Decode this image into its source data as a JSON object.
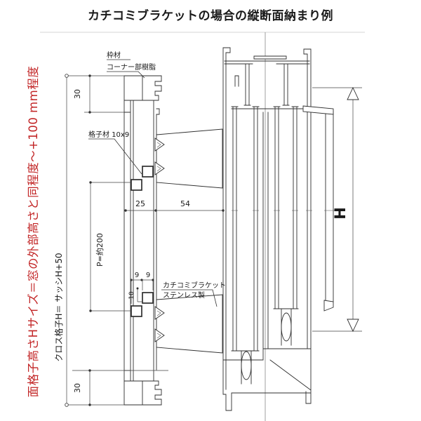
{
  "title": "カチコミブラケットの場合の縦断面納まり例",
  "notes": {
    "red": "面格子高さHサイズ＝窓の外部高さと同程度～+100 mm程度",
    "cross": "クロス格子H＝ サッシH+50"
  },
  "labels": {
    "frame": "枠材",
    "corner": "コーナー部樹脂",
    "lattice": "格子材 10x9",
    "bracket1": "カチコミブラケット",
    "bracket2": "ステンレス製"
  },
  "dims": {
    "frame_top": "30",
    "frame_bottom": "30",
    "lattice_depth": "25",
    "clearance": "54",
    "pitch": "P=約200",
    "bar_w_left": "9",
    "bar_w_right": "9",
    "bar_h": "10",
    "height": "H"
  },
  "colors": {
    "note_red": "#c22526",
    "line": "#2f2f2f"
  }
}
